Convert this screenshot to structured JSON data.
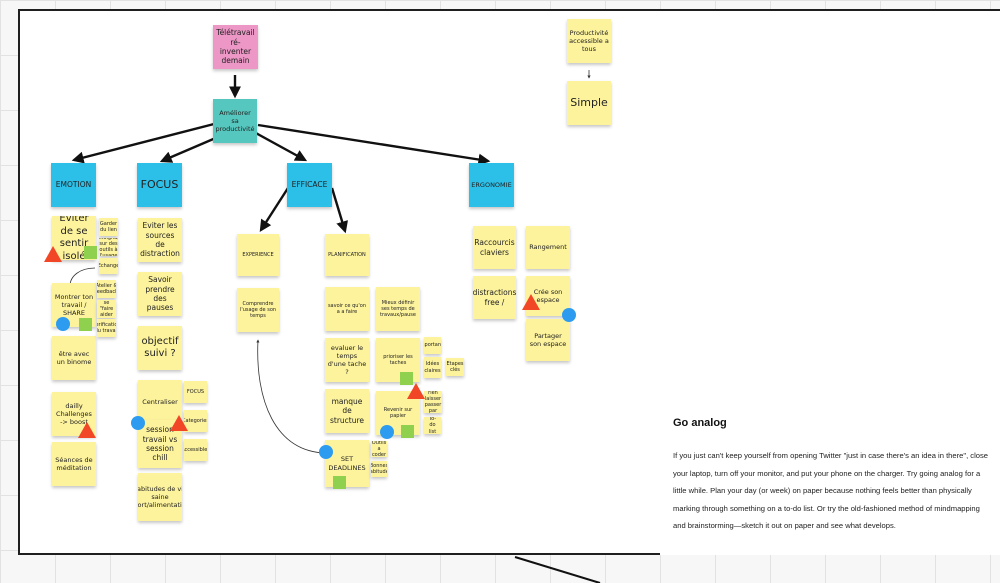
{
  "board": {
    "title_note": "Télétravail ré-inventer demain",
    "center_note": "Améliorer sa productivité",
    "categories": {
      "emotion": "EMOTION",
      "focus": "FOCUS",
      "efficace": "EFFICACE",
      "ergonomie": "ERGONOMIE"
    },
    "emotion_notes": {
      "n1": "Eviter de se sentir isolé",
      "n2": "Montrer ton travail / SHARE",
      "n3": "être avec un binome",
      "n4": "dailly Challenges -> boost",
      "n5": "Séances de méditation",
      "s1": "Garder du lien",
      "s2": "témoignage sur des outils à l'usage",
      "s3": "Echange",
      "s4": "Atelier & feedback",
      "s5": "se \"faire aider",
      "s6": "Verification du travail"
    },
    "focus_notes": {
      "n1": "Eviter les sources de distraction",
      "n2": "Savoir prendre des pauses",
      "n3": "objectif suivi ?",
      "n4": "Centraliser",
      "n5": "session travail vs session chill",
      "n6": "habitudes de vie saine (sport/alimentation)",
      "s1": "FOCUS",
      "s2": "Categories",
      "s3": "Accessibles"
    },
    "efficace_notes": {
      "experience": "EXPERIENCE",
      "experience_detail": "Comprendre l'usage de son temps",
      "planification": "PLANIFICATION",
      "p1": "savoir ce qu'on a a faire",
      "p2": "evaluer le temps d'une tache ?",
      "p3": "manque de structure",
      "p4": "SET DEADLINES",
      "p5": "Mieux définir ses temps de travaux/pause",
      "p6": "prioriser les taches",
      "p7": "Revenir sur papier",
      "s1": "Importance",
      "s2": "Idées claires",
      "s3": "Etapes clés",
      "s4": "Ne rien laisser passer par écrit",
      "s5": "To-do list",
      "s6": "Outils a coder",
      "s7": "Bonnes habitudes"
    },
    "ergonomie_notes": {
      "n1": "Raccourcis claviers",
      "n2": "distractions free /",
      "n3": "Rangement",
      "n4": "Crée son espace",
      "n5": "Partager son espace"
    },
    "top_right": {
      "n1": "Productivité accessible a tous",
      "n2": "Simple"
    }
  },
  "side_panel": {
    "title": "Go analog",
    "body": "If you just can't keep yourself from opening Twitter \"just in case there's an idea in there\", close your laptop, turn off your monitor, and put your phone on the charger. Try going analog for a little while. Plan your day (or week) on paper because nothing feels better than physically marking through something on a to-do list. Or try the old-fashioned method of mindmapping and brainstorming—sketch it out on paper and see what develops."
  },
  "colors": {
    "sticky_yellow": "#fdf39d",
    "sticky_pink": "#ec97c6",
    "sticky_teal": "#56c7be",
    "sticky_cyan": "#2cc0e9",
    "dot_blue": "#2d9bf0",
    "square_green": "#8fd14f",
    "triangle_red": "#f24726"
  }
}
